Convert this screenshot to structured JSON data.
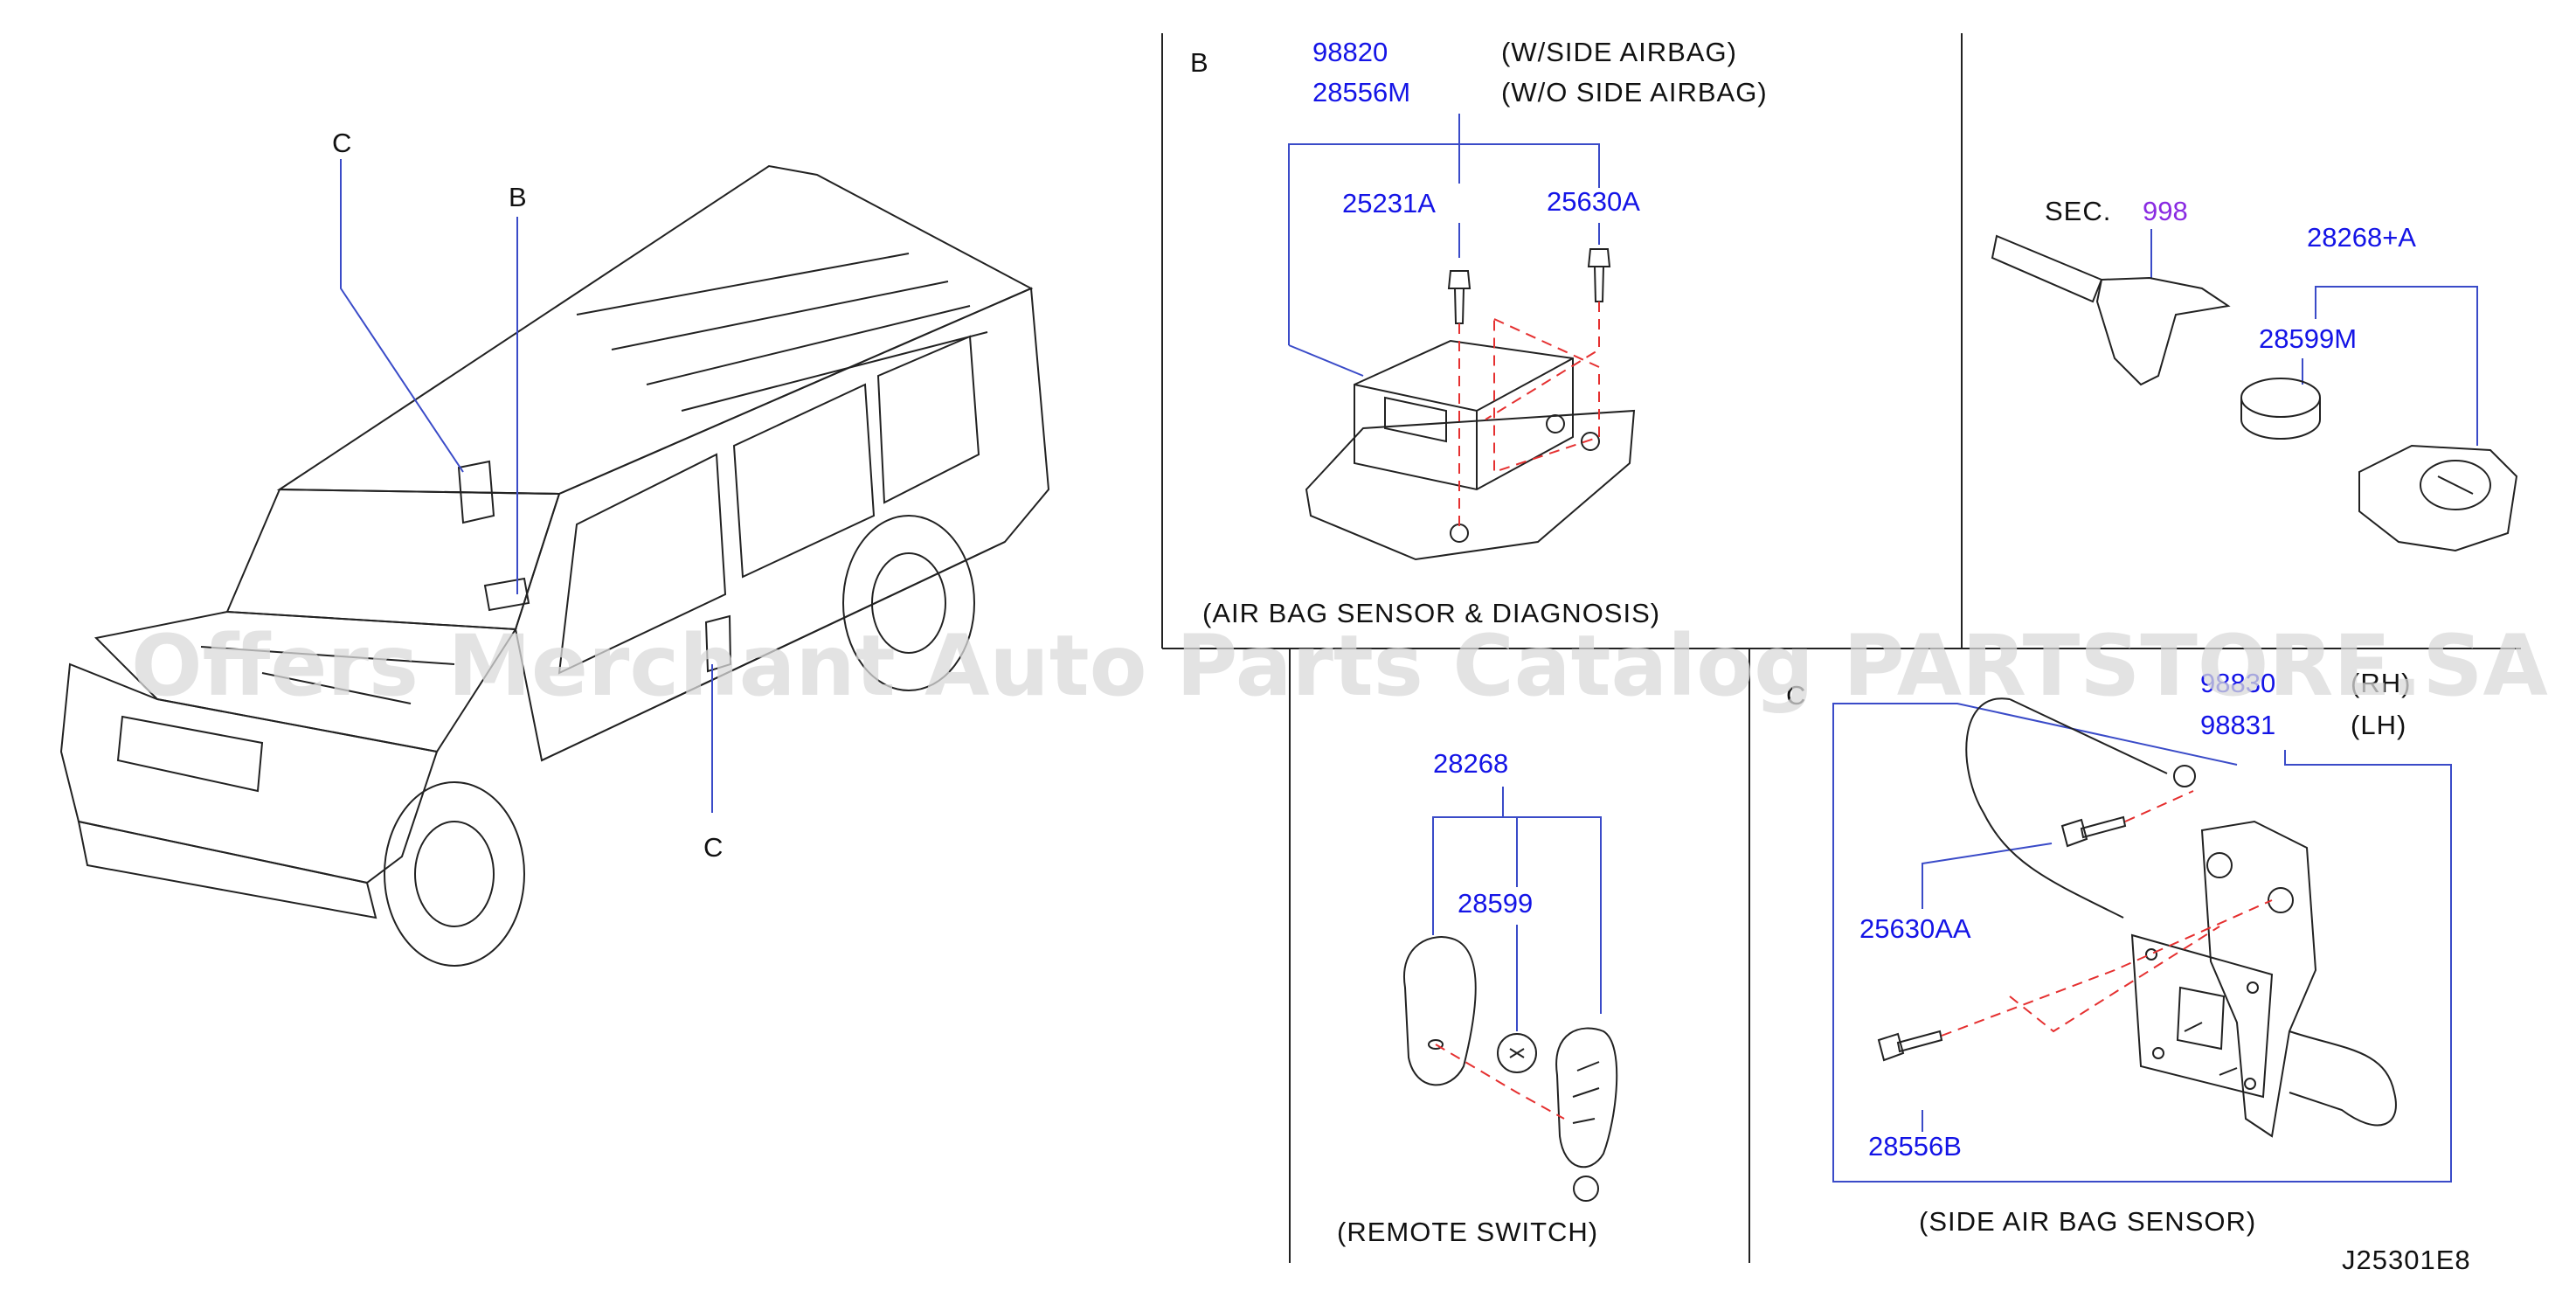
{
  "sections": {
    "left": {
      "callouts": [
        "C",
        "B",
        "C"
      ]
    },
    "b": {
      "letter": "B",
      "parts": [
        "98820",
        "28556M",
        "25231A",
        "25630A"
      ],
      "notes": [
        "(W/SIDE  AIRBAG)",
        "(W/O  SIDE  AIRBAG)"
      ],
      "caption": "(AIR  BAG  SENSOR  &  DIAGNOSIS)"
    },
    "key": {
      "sec_label": "SEC.",
      "sec_num": "998",
      "parts": [
        "28268+A",
        "28599M"
      ]
    },
    "remote": {
      "parts": [
        "28268",
        "28599"
      ],
      "caption": "(REMOTE  SWITCH)"
    },
    "c": {
      "letter": "C",
      "parts": [
        "98830",
        "98831",
        "25630AA",
        "28556B"
      ],
      "notes": [
        "(RH)",
        "(LH)"
      ],
      "caption": "(SIDE  AIR  BAG  SENSOR)"
    }
  },
  "diagram_id": "J25301E8",
  "watermark": "Offers Merchant Auto Parts Catalog PARTSTORE.SA",
  "colors": {
    "part_number": "#1414e6",
    "section_ref": "#8a2be2",
    "phantom_line": "#e53030",
    "leader": "#3a4bc8"
  }
}
